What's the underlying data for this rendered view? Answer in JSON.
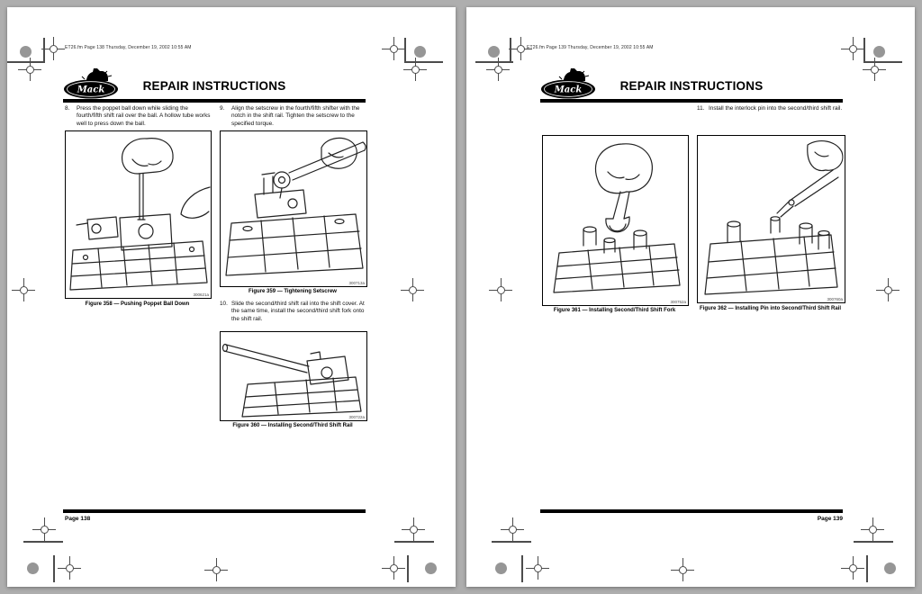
{
  "colors": {
    "background": "#aeaeae",
    "page": "#ffffff",
    "ink": "#000000",
    "mark_gray": "#4c4c4c",
    "dot_gray": "#969696"
  },
  "brand": {
    "logo_text": "Mack"
  },
  "pages": [
    {
      "stamp": "ET26.fm Page 138 Thursday, December 19, 2002 10:55 AM",
      "title": "REPAIR INSTRUCTIONS",
      "page_label": "Page 138",
      "steps": [
        {
          "num": "8.",
          "text": "Press the poppet ball down while sliding the fourth/fifth shift rail over the ball. A hollow tube works well to press down the ball."
        },
        {
          "num": "9.",
          "text": "Align the setscrew in the fourth/fifth shifter with the notch in the shift rail. Tighten the setscrew to the specified torque."
        },
        {
          "num": "10.",
          "text": "Slide the second/third shift rail into the shift cover. At the same time, install the second/third shift fork onto the shift rail."
        }
      ],
      "figures": [
        {
          "caption": "Figure 358 — Pushing Poppet Ball Down",
          "art_id": "300621a"
        },
        {
          "caption": "Figure 359 — Tightening Setscrew",
          "art_id": "300713a"
        },
        {
          "caption": "Figure 360 — Installing Second/Third Shift Rail",
          "art_id": "300722a"
        }
      ]
    },
    {
      "stamp": "ET26.fm Page 139 Thursday, December 19, 2002 10:55 AM",
      "title": "REPAIR INSTRUCTIONS",
      "page_label": "Page 139",
      "steps": [
        {
          "num": "11.",
          "text": "Install the interlock pin into the second/third shift rail."
        }
      ],
      "figures": [
        {
          "caption": "Figure 361 — Installing Second/Third Shift Fork",
          "art_id": "300752a"
        },
        {
          "caption": "Figure 362 — Installing Pin into Second/Third Shift Rail",
          "art_id": "300760a"
        }
      ]
    }
  ]
}
